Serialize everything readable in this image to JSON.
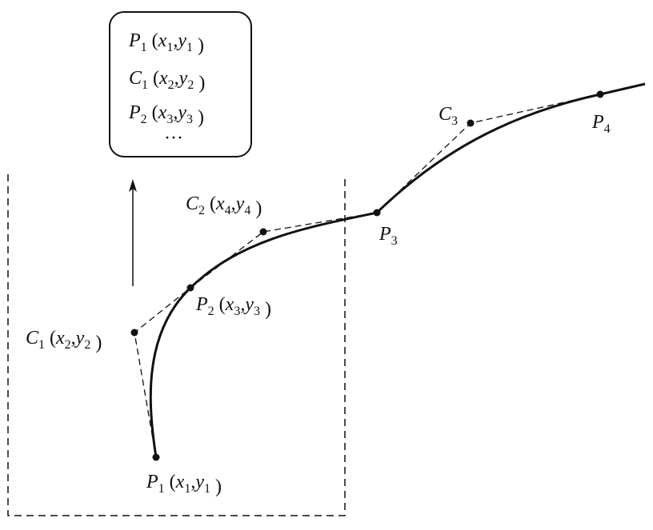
{
  "box": {
    "lines": [
      {
        "name": "P",
        "sub": "1",
        "args": [
          {
            "v": "x",
            "s": "1"
          },
          {
            "v": "y",
            "s": "1"
          }
        ]
      },
      {
        "name": "C",
        "sub": "1",
        "args": [
          {
            "v": "x",
            "s": "2"
          },
          {
            "v": "y",
            "s": "2"
          }
        ]
      },
      {
        "name": "P",
        "sub": "2",
        "args": [
          {
            "v": "x",
            "s": "3"
          },
          {
            "v": "y",
            "s": "3"
          }
        ]
      }
    ],
    "ellipsis": "···"
  },
  "labels": {
    "p1": {
      "name": "P",
      "sub": "1",
      "args": [
        {
          "v": "x",
          "s": "1"
        },
        {
          "v": "y",
          "s": "1"
        }
      ]
    },
    "c1": {
      "name": "C",
      "sub": "1",
      "args": [
        {
          "v": "x",
          "s": "2"
        },
        {
          "v": "y",
          "s": "2"
        }
      ]
    },
    "p2": {
      "name": "P",
      "sub": "2",
      "args": [
        {
          "v": "x",
          "s": "3"
        },
        {
          "v": "y",
          "s": "3"
        }
      ]
    },
    "c2": {
      "name": "C",
      "sub": "2",
      "args": [
        {
          "v": "x",
          "s": "4"
        },
        {
          "v": "y",
          "s": "4"
        }
      ]
    },
    "p3": {
      "name": "P",
      "sub": "3",
      "args": []
    },
    "c3": {
      "name": "C",
      "sub": "3",
      "args": []
    },
    "p4": {
      "name": "P",
      "sub": "4",
      "args": []
    }
  },
  "colors": {
    "ink": "#111111"
  }
}
